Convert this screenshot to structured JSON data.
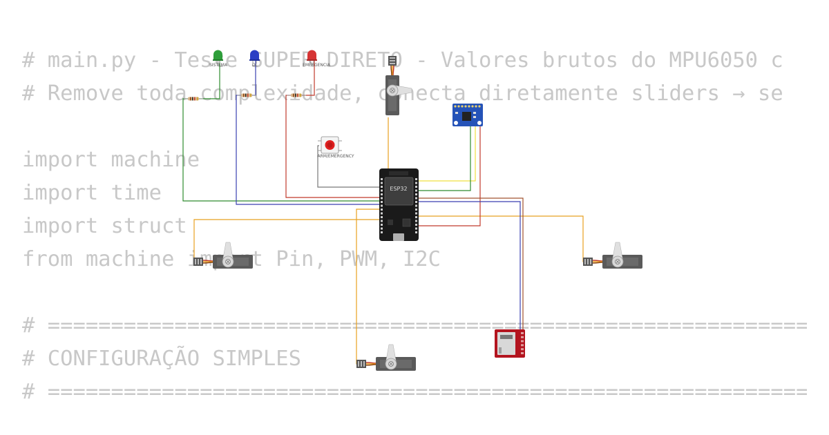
{
  "code": {
    "lines": [
      "# main.py - Teste SUPER DIRETO - Valores brutos do MPU6050 c",
      "# Remove toda complexidade, conecta diretamente sliders → se",
      "",
      "import machine",
      "import time",
      "import struct",
      "from machine import Pin, PWM, I2C",
      "",
      "# ================================================================",
      "# CONFIGURAÇÃO SIMPLES",
      "# ================================================================"
    ]
  },
  "circuit": {
    "mcu_label": "ESP32",
    "leds": [
      {
        "label": "SISTEMA",
        "color": "#2e9e3a"
      },
      {
        "label": "DL",
        "color": "#2b3fc4"
      },
      {
        "label": "EMERGENCIA",
        "color": "#d63434"
      }
    ],
    "button_label": "ARM/EMERGENCY",
    "wire_colors": {
      "green": "#2e8b2e",
      "blue": "#3a3fb0",
      "red": "#c0392b",
      "orange": "#e8a020",
      "yellow": "#f0e040",
      "gray": "#777777",
      "brown": "#a0522d"
    }
  }
}
